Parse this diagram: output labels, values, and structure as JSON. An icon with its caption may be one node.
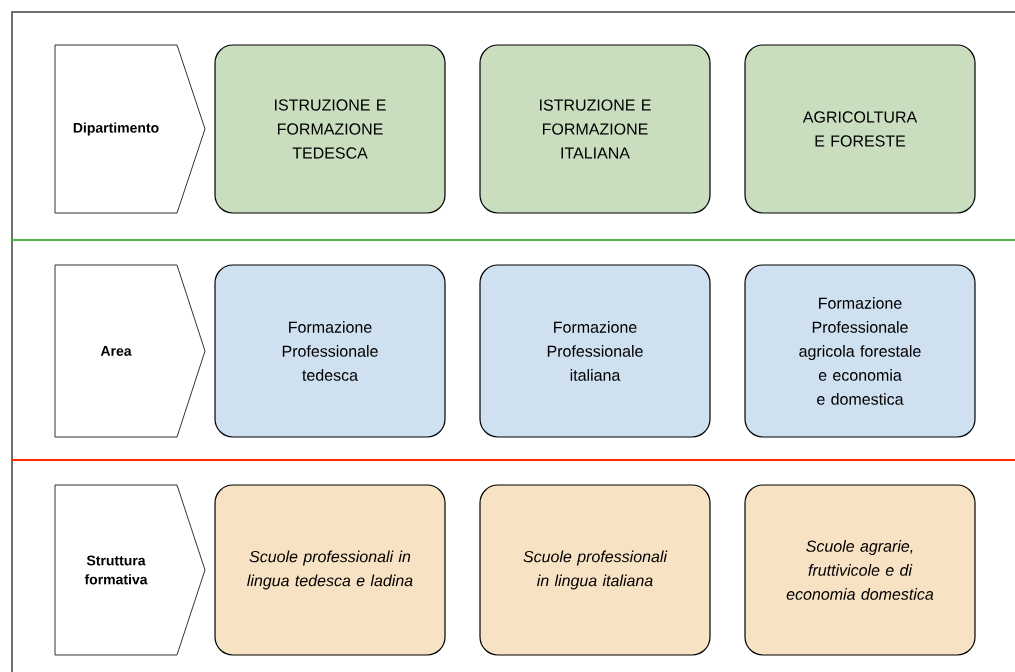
{
  "diagram": {
    "nodes": [
      {
        "text": [
          "Dipartimento"
        ]
      },
      {
        "text": [
          "ISTRUZIONE E FORMAZIONE TEDESCA"
        ]
      },
      {
        "text": [
          "ISTRUZIONE E FORMAZIONE ITALIANA"
        ]
      },
      {
        "text": [
          "AGRICOLTURA E FORESTE"
        ]
      },
      {
        "text": [
          "Area"
        ]
      },
      {
        "text": [
          "Formazione Professionale tedesca"
        ]
      },
      {
        "text": [
          "Formazione Professionale italiana"
        ]
      },
      {
        "text": [
          "Formazione Professionale agricola forestale e economia e domestica"
        ]
      },
      {
        "text": [
          "Struttura formativa"
        ]
      },
      {
        "text": [
          "Scuole professionali in lingua tedesca e ladina"
        ]
      },
      {
        "text": [
          "Scuole professionali in lingua italiana"
        ]
      },
      {
        "text": [
          "Scuole agrarie, fruttivicole e di economia domestica"
        ]
      }
    ]
  }
}
